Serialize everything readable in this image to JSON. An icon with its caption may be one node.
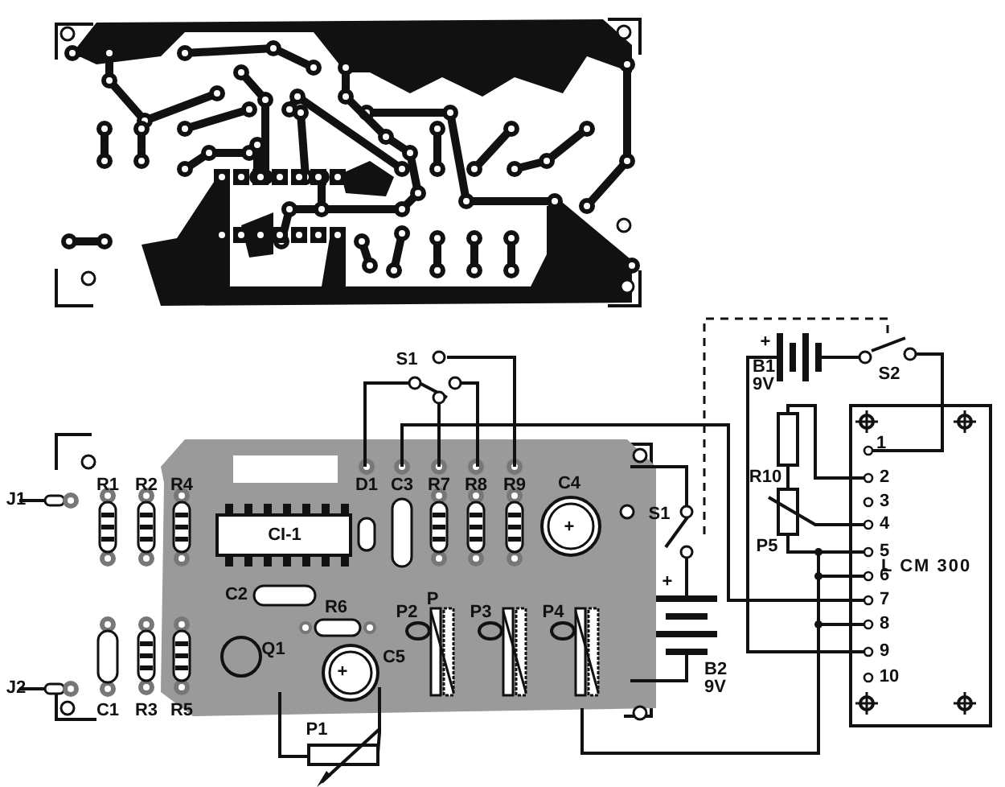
{
  "diagram": {
    "nodes": [
      {
        "text": [
          "L CM 300"
        ]
      }
    ],
    "labels": [
      "S1",
      "J1",
      "R1",
      "R2",
      "R4",
      "D1",
      "C3",
      "R7",
      "R8",
      "R9",
      "C4",
      "+",
      "CI-1",
      "C2",
      "R6",
      "P",
      "P2",
      "P3",
      "P4",
      "Q1",
      "+",
      "C5",
      "J2",
      "C1",
      "R3",
      "R5",
      "P1",
      "+",
      "B1 9V",
      "S2",
      "R10",
      "S1",
      "P5",
      "+",
      "B2 9V",
      "1",
      "2",
      "3",
      "4",
      "5",
      "6",
      "7",
      "8",
      "9",
      "10"
    ]
  }
}
